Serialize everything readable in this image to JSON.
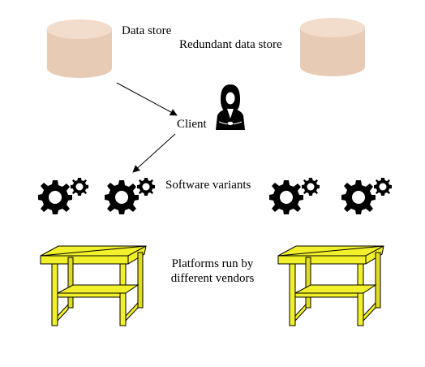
{
  "labels": {
    "data_store": "Data store",
    "redundant_data_store": "Redundant data store",
    "client": "Client",
    "software_variants": "Software variants",
    "platforms_line1": "Platforms run by",
    "platforms_line2": "different vendors"
  },
  "colors": {
    "cylinder": "#e8cbb4",
    "cylinder_top": "#f2dccb",
    "table": "#f2f02a",
    "table_dark": "#c8c400",
    "gear": "#000000",
    "arrow": "#000000"
  }
}
